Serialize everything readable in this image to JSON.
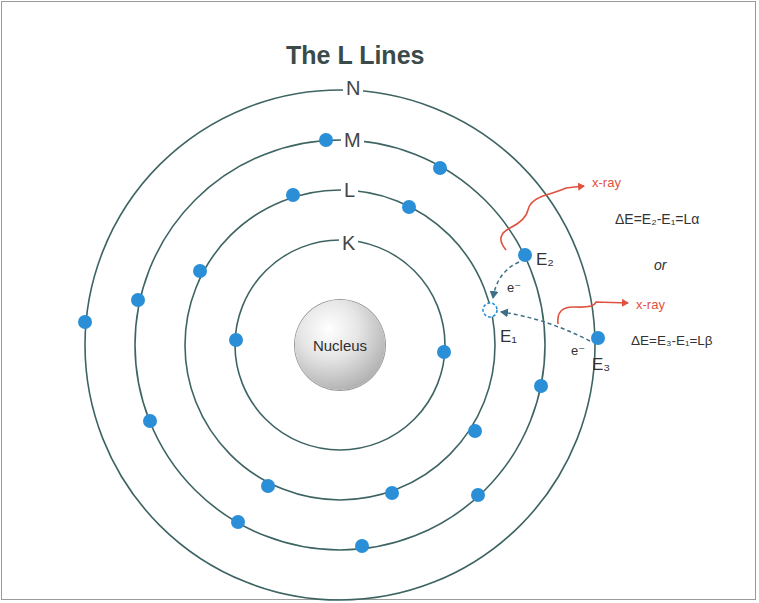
{
  "diagram": {
    "title": "The L Lines",
    "nodes": [
      {
        "text": [
          "Nucleus"
        ]
      }
    ],
    "labels": [
      "N",
      "M",
      "L",
      "K",
      "x-ray",
      "ΔE=E₂-E₁=Lα",
      "or",
      "e⁻",
      "E₂",
      "E₁",
      "x-ray",
      "ΔE=E₃-E₁=Lβ",
      "e⁻",
      "E₃"
    ]
  }
}
